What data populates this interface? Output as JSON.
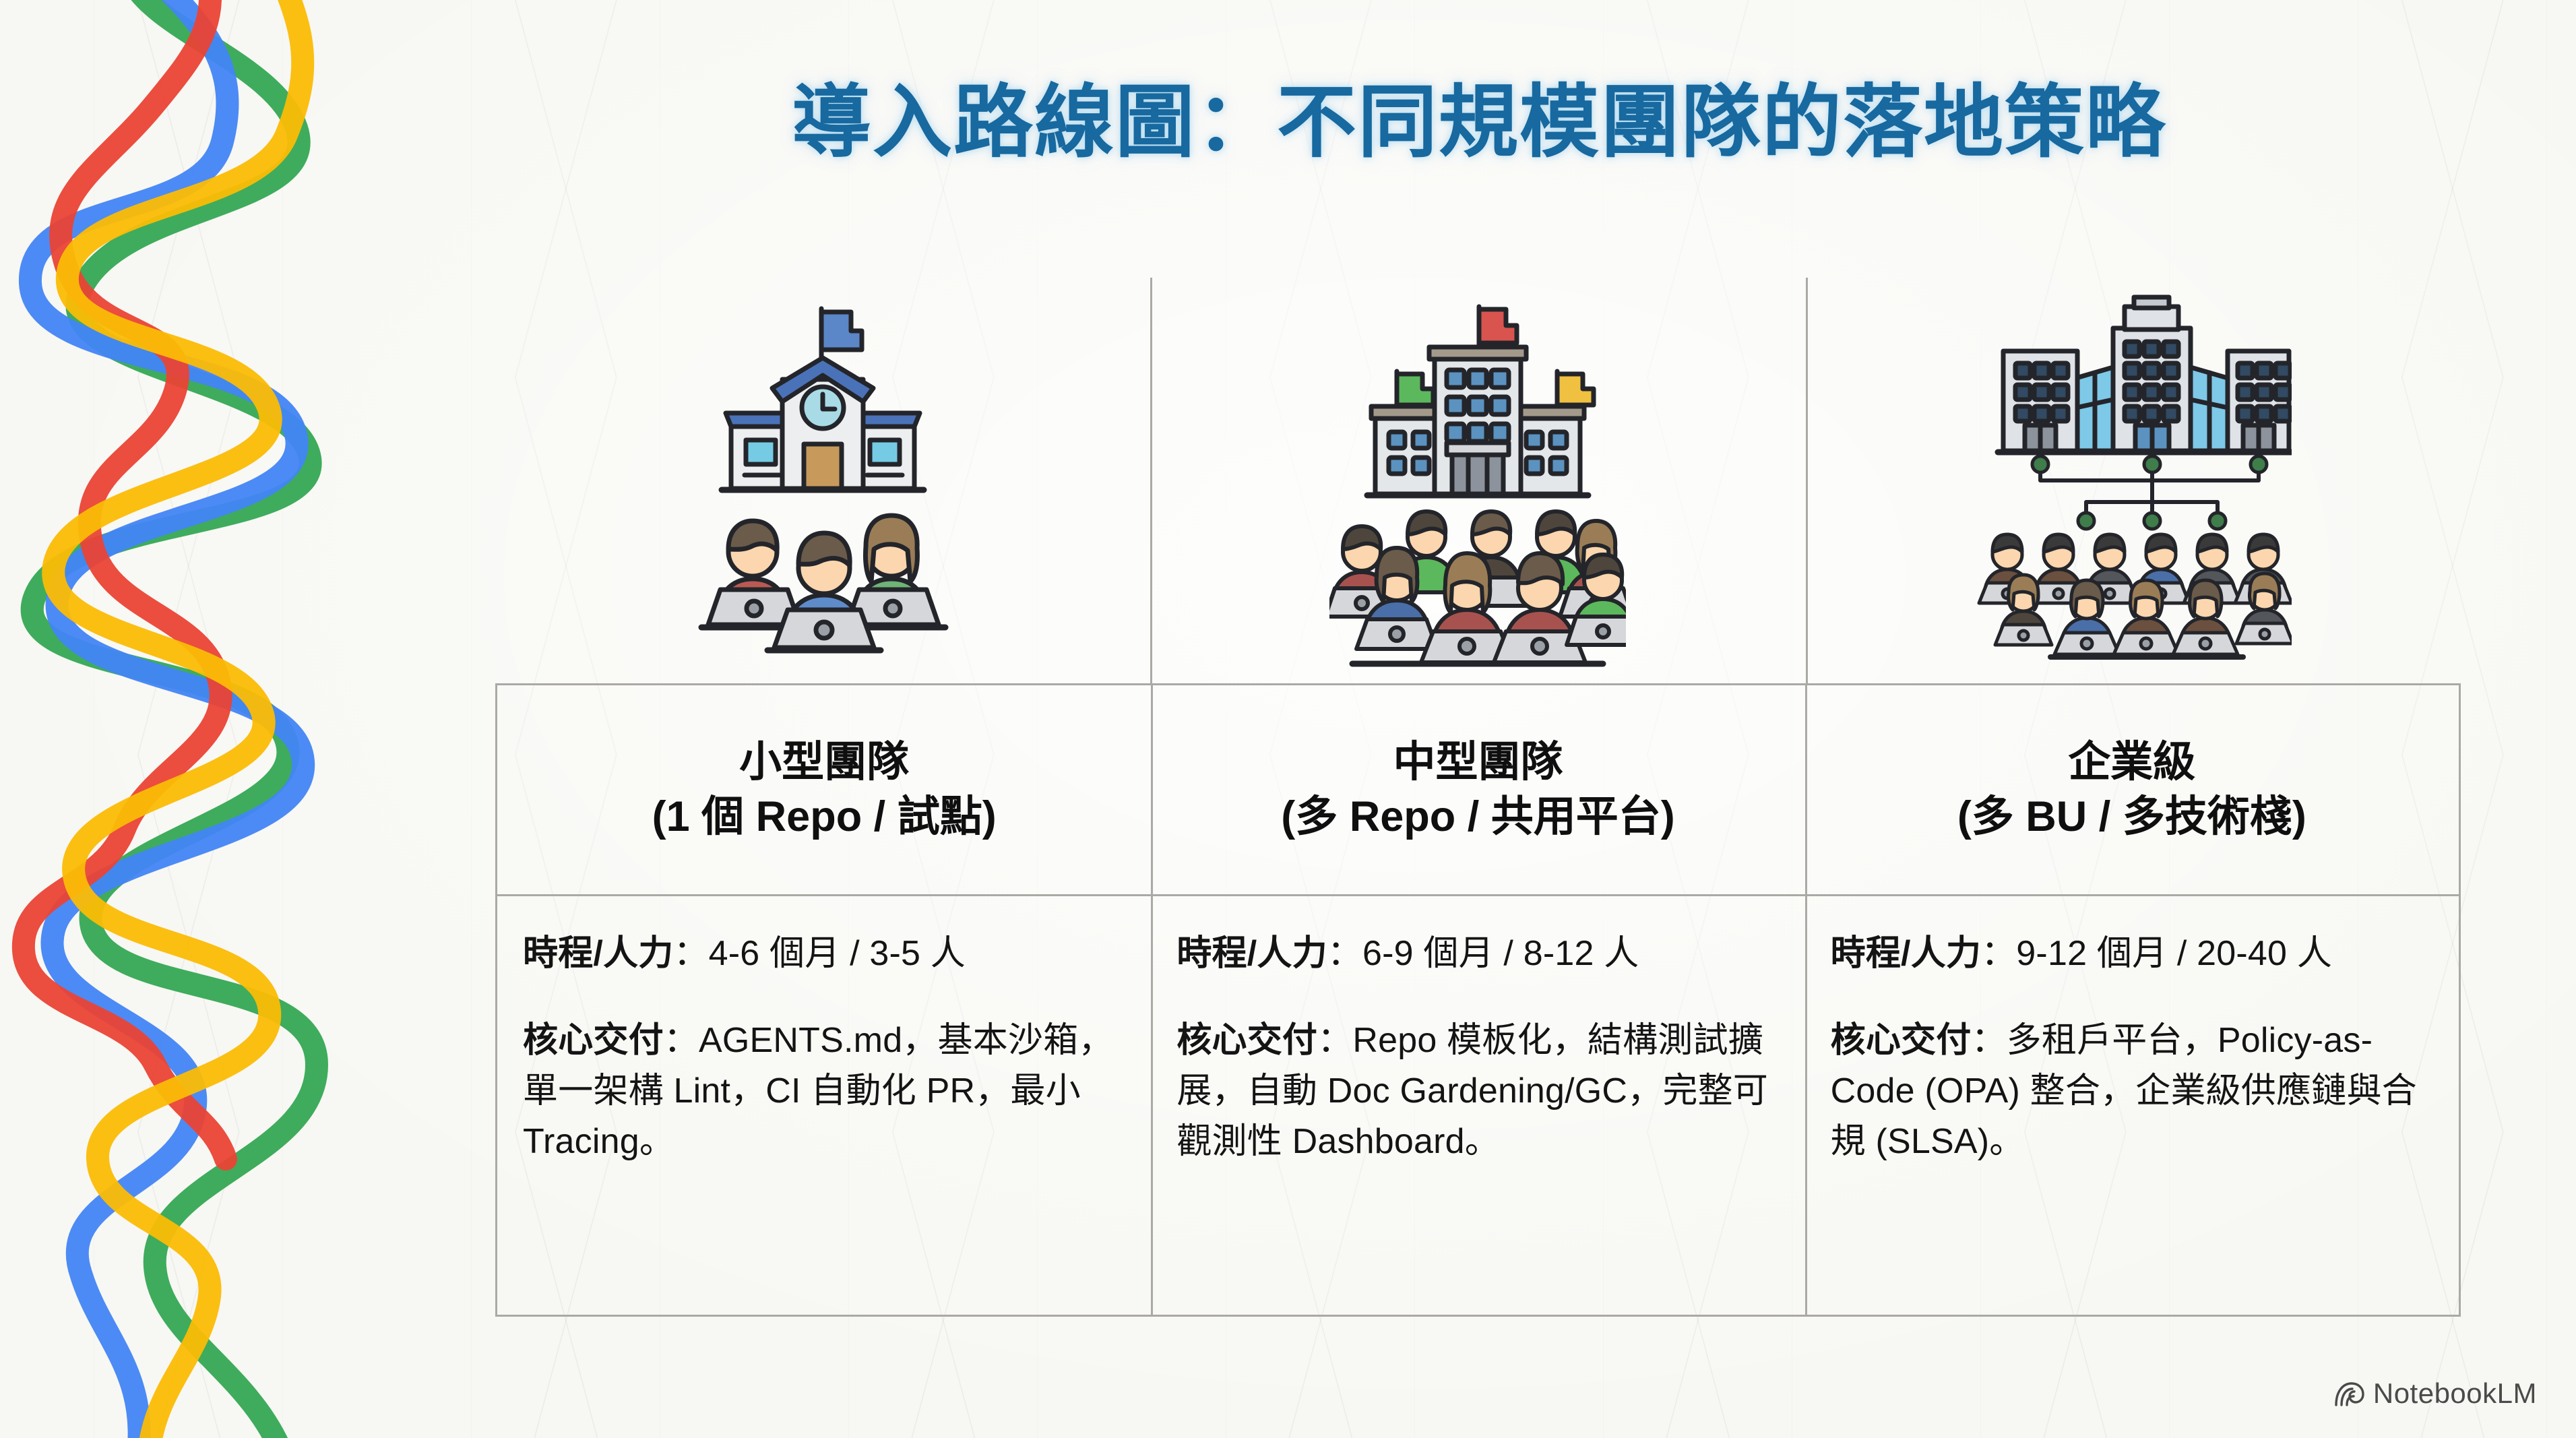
{
  "slide": {
    "title": "導入路線圖：不同規模團隊的落地策略",
    "title_color": "#17699f",
    "background_color": "#f7f7f3"
  },
  "columns": [
    {
      "icon_name": "small-school-building-with-three-people-icon",
      "title": "小型團隊",
      "subtitle": "(1 個 Repo / 試點)",
      "timeline_label": "時程/人力",
      "timeline_value": "：4-6 個月 / 3-5 人",
      "deliverable_label": "核心交付",
      "deliverable_value": "：AGENTS.md，基本沙箱，單一架構 Lint，CI 自動化 PR，最小 Tracing。"
    },
    {
      "icon_name": "medium-office-building-with-crowd-icon",
      "title": "中型團隊",
      "subtitle": "(多 Repo / 共用平台)",
      "timeline_label": "時程/人力",
      "timeline_value": "：6-9 個月 / 8-12 人",
      "deliverable_label": "核心交付",
      "deliverable_value": "：Repo 模板化，結構測試擴展，自動 Doc Gardening/GC，完整可觀測性 Dashboard。"
    },
    {
      "icon_name": "enterprise-campus-org-chart-with-large-crowd-icon",
      "title": "企業級",
      "subtitle": "(多 BU / 多技術棧)",
      "timeline_label": "時程/人力",
      "timeline_value": "：9-12 個月 / 20-40 人",
      "deliverable_label": "核心交付",
      "deliverable_value": "：多租戶平台，Policy-as-Code (OPA) 整合，企業級供應鏈與合規 (SLSA)。"
    }
  ],
  "footer": {
    "brand": "NotebookLM",
    "brand_icon": "notebooklm-spiral-icon",
    "brand_color": "#4a4a4a"
  },
  "decoration": {
    "ribbon_name": "google-colored-braided-ribbons",
    "ribbon_colors": [
      "#4285f4",
      "#ea4335",
      "#fbbc05",
      "#34a853"
    ]
  }
}
